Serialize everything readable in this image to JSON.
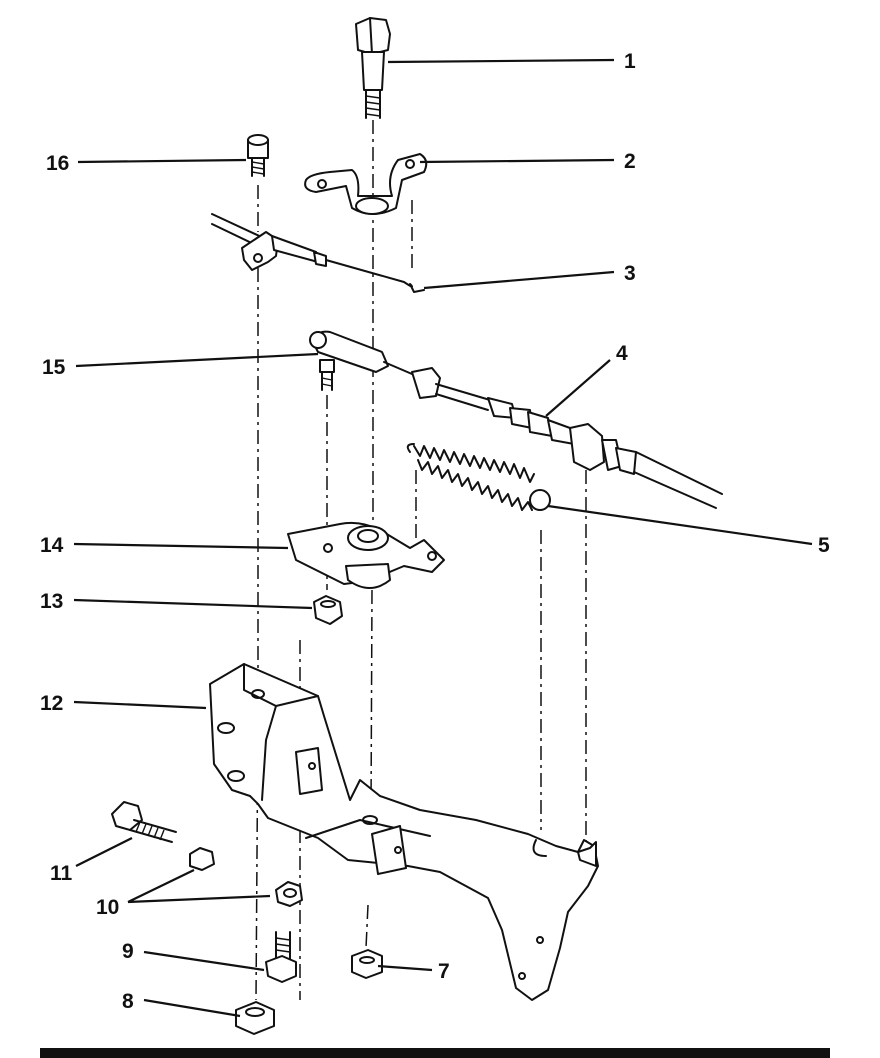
{
  "callouts": [
    {
      "id": "1",
      "label": "1"
    },
    {
      "id": "2",
      "label": "2"
    },
    {
      "id": "3",
      "label": "3"
    },
    {
      "id": "4",
      "label": "4"
    },
    {
      "id": "5",
      "label": "5"
    },
    {
      "id": "7",
      "label": "7"
    },
    {
      "id": "8",
      "label": "8"
    },
    {
      "id": "9",
      "label": "9"
    },
    {
      "id": "10",
      "label": "10"
    },
    {
      "id": "11",
      "label": "11"
    },
    {
      "id": "12",
      "label": "12"
    },
    {
      "id": "13",
      "label": "13"
    },
    {
      "id": "14",
      "label": "14"
    },
    {
      "id": "15",
      "label": "15"
    },
    {
      "id": "16",
      "label": "16"
    }
  ]
}
